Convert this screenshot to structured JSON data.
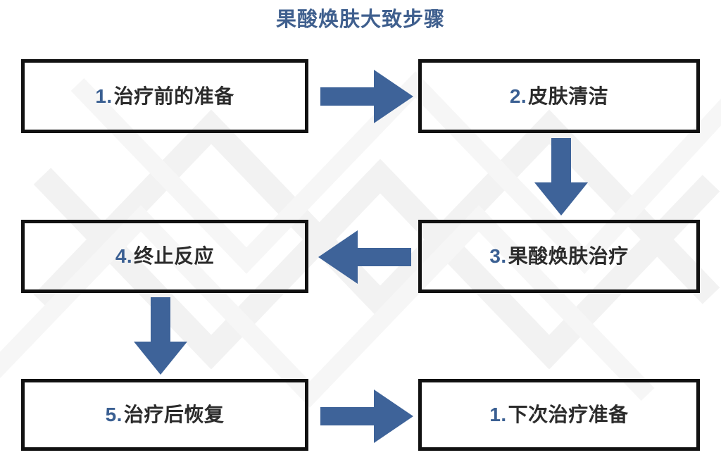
{
  "title": "果酸焕肤大致步骤",
  "colors": {
    "title": "#3f5f8e",
    "arrow": "#3e6399",
    "box_border": "#111111",
    "step_number": "#3a5f92",
    "step_text": "#2b2b2b",
    "background": "#ffffff",
    "watermark": "#f3f3f3"
  },
  "steps": [
    {
      "id": "box-1",
      "number": "1.",
      "label": "治疗前的准备",
      "full": "1. 治疗前的准备"
    },
    {
      "id": "box-2",
      "number": "2.",
      "label": "皮肤清洁",
      "full": "2. 皮肤清洁"
    },
    {
      "id": "box-3",
      "number": "3.",
      "label": "果酸焕肤治疗",
      "full": "3. 果酸焕肤治疗"
    },
    {
      "id": "box-4",
      "number": "4.",
      "label": "终止反应",
      "full": "4. 终止反应"
    },
    {
      "id": "box-5",
      "number": "5.",
      "label": "治疗后恢复",
      "full": "5. 治疗后恢复"
    },
    {
      "id": "box-6",
      "number": "1.",
      "label": "下次治疗准备",
      "full": "1. 下次治疗准备"
    }
  ],
  "arrows": [
    {
      "id": "arrow-1-2",
      "from": "1. 治疗前的准备",
      "to": "2. 皮肤清洁",
      "direction": "right"
    },
    {
      "id": "arrow-2-3",
      "from": "2. 皮肤清洁",
      "to": "3. 果酸焕肤治疗",
      "direction": "down"
    },
    {
      "id": "arrow-3-4",
      "from": "3. 果酸焕肤治疗",
      "to": "4. 终止反应",
      "direction": "left"
    },
    {
      "id": "arrow-4-5",
      "from": "4. 终止反应",
      "to": "5. 治疗后恢复",
      "direction": "down"
    },
    {
      "id": "arrow-5-6",
      "from": "5. 治疗后恢复",
      "to": "1. 下次治疗准备",
      "direction": "right"
    }
  ],
  "chart_data": {
    "type": "diagram",
    "diagram_type": "flowchart",
    "title": "果酸焕肤大致步骤",
    "layout": "2-column boustrophedon, 3 rows",
    "nodes": [
      "1. 治疗前的准备",
      "2. 皮肤清洁",
      "3. 果酸焕肤治疗",
      "4. 终止反应",
      "5. 治疗后恢复",
      "1. 下次治疗准备"
    ],
    "edges": [
      [
        "1. 治疗前的准备",
        "2. 皮肤清洁"
      ],
      [
        "2. 皮肤清洁",
        "3. 果酸焕肤治疗"
      ],
      [
        "3. 果酸焕肤治疗",
        "4. 终止反应"
      ],
      [
        "4. 终止反应",
        "5. 治疗后恢复"
      ],
      [
        "5. 治疗后恢复",
        "1. 下次治疗准备"
      ]
    ]
  }
}
